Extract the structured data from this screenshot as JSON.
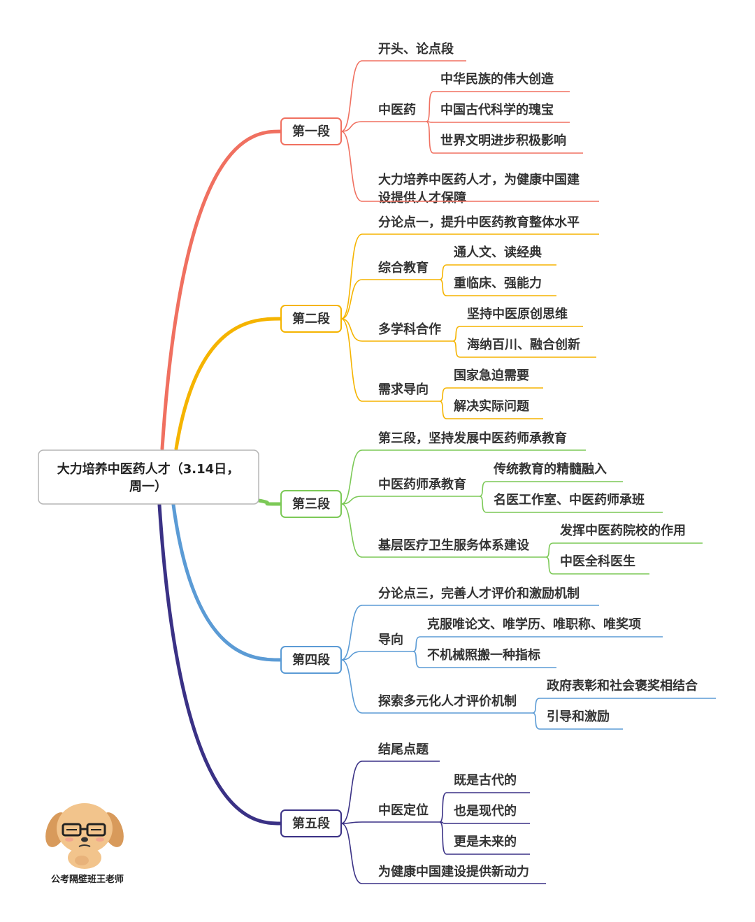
{
  "central_topic": {
    "line1": "大力培养中医药人才（3.14日，",
    "line2": "周一）"
  },
  "branches": [
    {
      "label": "第一段",
      "color": "#F07060",
      "items": [
        {
          "text": "开头、论点段"
        },
        {
          "text": "中医药",
          "children": [
            "中华民族的伟大创造",
            "中国古代科学的瑰宝",
            "世界文明进步积极影响"
          ]
        },
        {
          "text": "大力培养中医药人才，为健康中国建",
          "text2": "设提供人才保障"
        }
      ]
    },
    {
      "label": "第二段",
      "color": "#F5B400",
      "items": [
        {
          "text": "分论点一，提升中医药教育整体水平"
        },
        {
          "text": "综合教育",
          "children": [
            "通人文、读经典",
            "重临床、强能力"
          ]
        },
        {
          "text": "多学科合作",
          "children": [
            "坚持中医原创思维",
            "海纳百川、融合创新"
          ]
        },
        {
          "text": "需求导向",
          "children": [
            "国家急迫需要",
            "解决实际问题"
          ]
        }
      ]
    },
    {
      "label": "第三段",
      "color": "#7CC957",
      "items": [
        {
          "text": "第三段，坚持发展中医药师承教育"
        },
        {
          "text": "中医药师承教育",
          "children": [
            "传统教育的精髓融入",
            "名医工作室、中医药师承班"
          ]
        },
        {
          "text": "基层医疗卫生服务体系建设",
          "children": [
            "发挥中医药院校的作用",
            "中医全科医生"
          ]
        }
      ]
    },
    {
      "label": "第四段",
      "color": "#5B9BD5",
      "items": [
        {
          "text": "分论点三，完善人才评价和激励机制"
        },
        {
          "text": "导向",
          "children": [
            "克服唯论文、唯学历、唯职称、唯奖项",
            "不机械照搬一种指标"
          ]
        },
        {
          "text": "探索多元化人才评价机制",
          "children": [
            "政府表彰和社会褒奖相结合",
            "引导和激励"
          ]
        }
      ]
    },
    {
      "label": "第五段",
      "color": "#3A3185",
      "items": [
        {
          "text": "结尾点题"
        },
        {
          "text": "中医定位",
          "children": [
            "既是古代的",
            "也是现代的",
            "更是未来的"
          ]
        },
        {
          "text": "为健康中国建设提供新动力"
        }
      ]
    }
  ],
  "brand": {
    "caption": "公考隔壁班王老师",
    "icon": "cartoon-dog-with-glasses-icon"
  }
}
